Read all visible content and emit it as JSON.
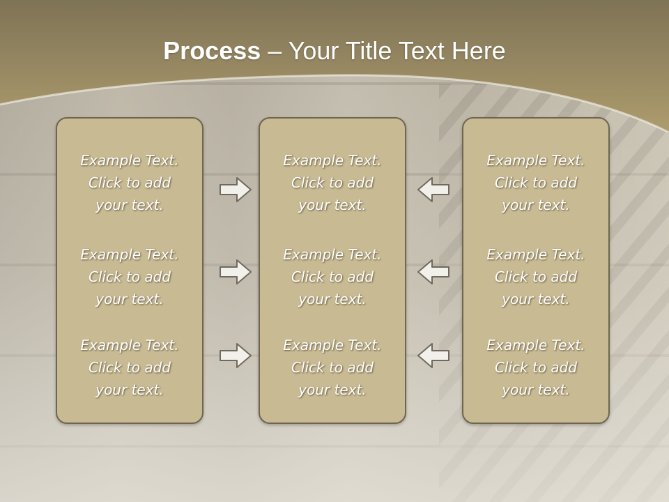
{
  "header": {
    "title_bold": "Process",
    "title_rest": " – Your Title Text Here"
  },
  "columns": [
    {
      "items": [
        "Example Text.\nClick  to add\nyour text.",
        "Example Text.\nClick  to add\nyour text.",
        "Example Text.\nClick  to add\nyour text."
      ]
    },
    {
      "items": [
        "Example Text.\nClick  to add\nyour text.",
        "Example Text.\nClick  to add\nyour text.",
        "Example Text.\nClick  to add\nyour text."
      ]
    },
    {
      "items": [
        "Example Text.\nClick  to add\nyour text.",
        "Example Text.\nClick  to add\nyour text.",
        "Example Text.\nClick  to add\nyour text."
      ]
    }
  ],
  "arrows": {
    "left": [
      "right-arrow-icon",
      "right-arrow-icon",
      "right-arrow-icon"
    ],
    "right": [
      "left-arrow-icon",
      "left-arrow-icon",
      "left-arrow-icon"
    ]
  },
  "colors": {
    "header": "#9a8c64",
    "box_fill": "#c8ba93",
    "box_border": "#6f6650",
    "text": "#ffffff"
  }
}
